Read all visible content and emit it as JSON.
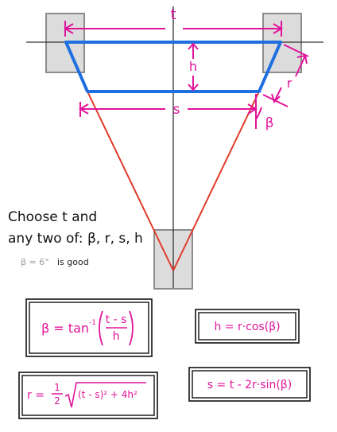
{
  "colors": {
    "blue": "#1f6fe0",
    "red": "#e03b2a",
    "magenta": "#e0149a",
    "black": "#111111",
    "gray_fill": "#dcdcdc",
    "gray_stroke": "#8c8c8c",
    "note_gray": "#9a9a9a"
  },
  "dimensions": {
    "t": "t",
    "h": "h",
    "s": "s",
    "r": "r",
    "beta": "β"
  },
  "notes": {
    "line1": "Choose t and",
    "line2": "any two of: β, r, s, h",
    "hint_value": "β = 6°",
    "hint_text": "is good"
  },
  "formulas": {
    "beta_lhs": "β = tan",
    "beta_exp": "-1",
    "beta_num": "t - s",
    "beta_den": "h",
    "h": "h = r·cos(β)",
    "r_lhs": "r =",
    "r_half_num": "1",
    "r_half_den": "2",
    "r_radicand": "(t - s)² + 4h²",
    "s": "s = t - 2r·sin(β)"
  },
  "icons": [
    "gray-block-icon"
  ]
}
